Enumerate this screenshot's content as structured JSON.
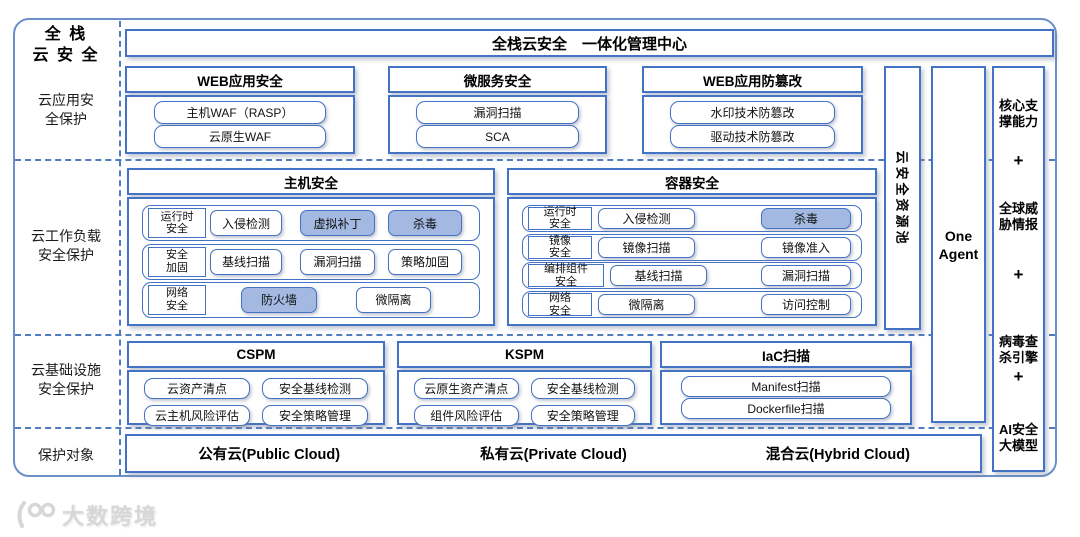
{
  "colors": {
    "panel_border": "#4472c4",
    "outer_border": "#6b8fc9",
    "dashed_line": "#4f7bc0",
    "chip_filled": "#a3b9e2",
    "text": "#111111",
    "watermark": "#d7d7d7"
  },
  "sidebar": {
    "brand": "全 栈\n云 安 全",
    "sections": [
      "云应用安\n全保护",
      "云工作负载\n安全保护",
      "云基础设施\n安全保护",
      "保护对象"
    ]
  },
  "banner": {
    "title": "全栈云安全　一体化管理中心"
  },
  "app_row": {
    "panels": [
      {
        "title": "WEB应用安全",
        "items": [
          "主机WAF（RASP）",
          "云原生WAF"
        ]
      },
      {
        "title": "微服务安全",
        "items": [
          "漏洞扫描",
          "SCA"
        ]
      },
      {
        "title": "WEB应用防篡改",
        "items": [
          "水印技术防篡改",
          "驱动技术防篡改"
        ]
      }
    ]
  },
  "host_security": {
    "title": "主机安全",
    "groups": [
      {
        "tag": "运行时\n安全",
        "items": [
          {
            "label": "入侵检测",
            "filled": false
          },
          {
            "label": "虚拟补丁",
            "filled": true
          },
          {
            "label": "杀毒",
            "filled": true
          }
        ]
      },
      {
        "tag": "安全\n加固",
        "items": [
          {
            "label": "基线扫描",
            "filled": false
          },
          {
            "label": "漏洞扫描",
            "filled": false
          },
          {
            "label": "策略加固",
            "filled": false
          }
        ]
      },
      {
        "tag": "网络\n安全",
        "items": [
          {
            "label": "防火墙",
            "filled": true
          },
          {
            "label": "微隔离",
            "filled": false
          }
        ]
      }
    ]
  },
  "container_security": {
    "title": "容器安全",
    "groups": [
      {
        "tag": "运行时\n安全",
        "items": [
          {
            "label": "入侵检测",
            "filled": false
          },
          {
            "label": "杀毒",
            "filled": true
          }
        ]
      },
      {
        "tag": "镜像\n安全",
        "items": [
          {
            "label": "镜像扫描",
            "filled": false
          },
          {
            "label": "镜像准入",
            "filled": false
          }
        ]
      },
      {
        "tag": "编排组件\n安全",
        "items": [
          {
            "label": "基线扫描",
            "filled": false
          },
          {
            "label": "漏洞扫描",
            "filled": false
          }
        ]
      },
      {
        "tag": "网络\n安全",
        "items": [
          {
            "label": "微隔离",
            "filled": false
          },
          {
            "label": "访问控制",
            "filled": false
          }
        ]
      }
    ]
  },
  "infra_row": {
    "panels": [
      {
        "title": "CSPM",
        "items": [
          "云资产清点",
          "安全基线检测",
          "云主机风险评估",
          "安全策略管理"
        ]
      },
      {
        "title": "KSPM",
        "items": [
          "云原生资产清点",
          "安全基线检测",
          "组件风险评估",
          "安全策略管理"
        ]
      },
      {
        "title": "IaC扫描",
        "items": [
          "Manifest扫描",
          "Dockerfile扫描"
        ]
      }
    ]
  },
  "objects_row": {
    "clouds": [
      "公有云(Public Cloud)",
      "私有云(Private Cloud)",
      "混合云(Hybrid Cloud)"
    ]
  },
  "pillars": {
    "resource_pool": "云安全资源池",
    "one_agent": "One\nAgent",
    "capabilities": [
      "核心支撑能力",
      "+",
      "全球威胁情报",
      "+",
      "病毒查杀引擎",
      "+",
      "AI安全大模型"
    ]
  },
  "watermark": {
    "text": "大数跨境"
  }
}
